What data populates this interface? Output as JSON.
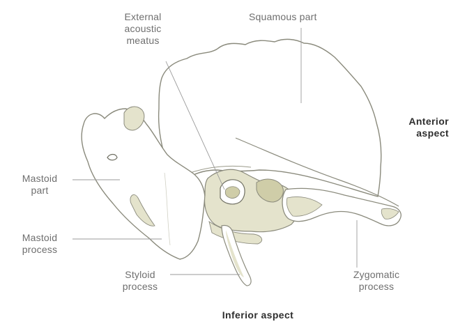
{
  "figure": {
    "labels": {
      "squamous_part": "Squamous part",
      "external_acoustic_meatus": [
        "External",
        "acoustic",
        "meatus"
      ],
      "anterior_aspect": [
        "Anterior",
        "aspect"
      ],
      "mastoid_part": [
        "Mastoid",
        "part"
      ],
      "mastoid_process": [
        "Mastoid",
        "process"
      ],
      "styloid_process": [
        "Styloid",
        "process"
      ],
      "zygomatic_process": [
        "Zygomatic",
        "process"
      ],
      "inferior_aspect": "Inferior aspect"
    },
    "colors": {
      "bone_fill": "#ffffff",
      "bone_outline": "#8a8a7c",
      "bone_shade": "#e4e3cc",
      "bone_shade_dark": "#cfcda8",
      "leader_line": "#9a9a9a",
      "label_text": "#6e6e6e",
      "aspect_text": "#2e2e2e"
    }
  }
}
